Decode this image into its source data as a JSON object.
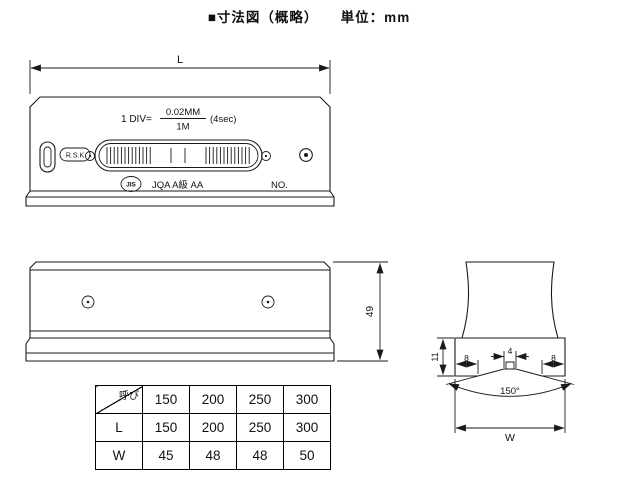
{
  "title": "■寸法図（概略）　　単位：mm",
  "front_view": {
    "dim_length": "L",
    "sensitivity_prefix": "1 DIV=",
    "sensitivity_numerator": "0.02MM",
    "sensitivity_denominator": "1M",
    "sensitivity_suffix": "(4sec)",
    "brand": "R.S.K",
    "jis_mark": "JIS",
    "certification": "JQA  A級 AA",
    "serial_label": "NO."
  },
  "rear_view": {
    "dim_height": "49"
  },
  "end_view": {
    "dim_base_height": "11",
    "dim_shoulder_left": "8",
    "dim_shoulder_right": "8",
    "dim_groove_flat": "4",
    "groove_angle": "150°",
    "dim_width": "W"
  },
  "table": {
    "corner_label": "呼び",
    "size_columns": [
      "150",
      "200",
      "250",
      "300"
    ],
    "rows": [
      {
        "label": "L",
        "values": [
          "150",
          "200",
          "250",
          "300"
        ]
      },
      {
        "label": "W",
        "values": [
          "45",
          "48",
          "48",
          "50"
        ]
      }
    ]
  }
}
